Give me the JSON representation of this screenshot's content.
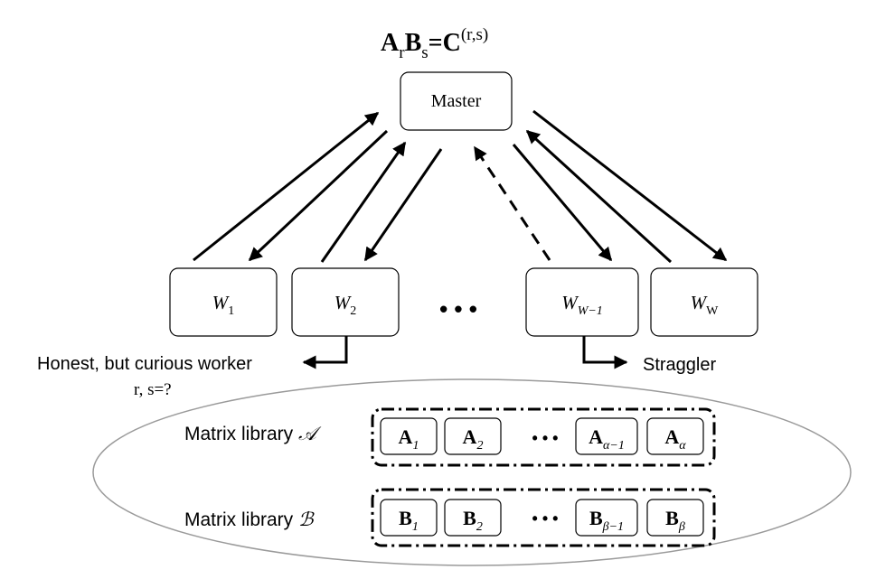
{
  "master": {
    "equation": {
      "a": "A",
      "a_sub": "r",
      "b": "B",
      "b_sub": "s",
      "eq": "=",
      "c": "C",
      "c_sup": "(r,s)"
    },
    "label": "Master"
  },
  "workers": [
    {
      "base": "W",
      "sub": "1"
    },
    {
      "base": "W",
      "sub": "2"
    },
    {
      "base": "W",
      "sub": "W−1"
    },
    {
      "base": "W",
      "sub": "W"
    }
  ],
  "worker_ellipsis": "• • •",
  "annotations": {
    "honest_worker": "Honest, but curious worker",
    "unknown_indices": "r, s=?",
    "straggler": "Straggler"
  },
  "library_a": {
    "label": "Matrix library ",
    "symbol": "𝒜",
    "items": [
      {
        "base": "A",
        "sub": "1"
      },
      {
        "base": "A",
        "sub": "2"
      },
      {
        "base": "A",
        "sub": "α−1"
      },
      {
        "base": "A",
        "sub": "α"
      }
    ],
    "ellipsis": "• • •"
  },
  "library_b": {
    "label": "Matrix library ",
    "symbol": "ℬ",
    "items": [
      {
        "base": "B",
        "sub": "1"
      },
      {
        "base": "B",
        "sub": "2"
      },
      {
        "base": "B",
        "sub": "β−1"
      },
      {
        "base": "B",
        "sub": "β"
      }
    ],
    "ellipsis": "• • •"
  },
  "colors": {
    "stroke": "#000000",
    "ellipse": "#9a9a9a",
    "text": "#000000"
  }
}
